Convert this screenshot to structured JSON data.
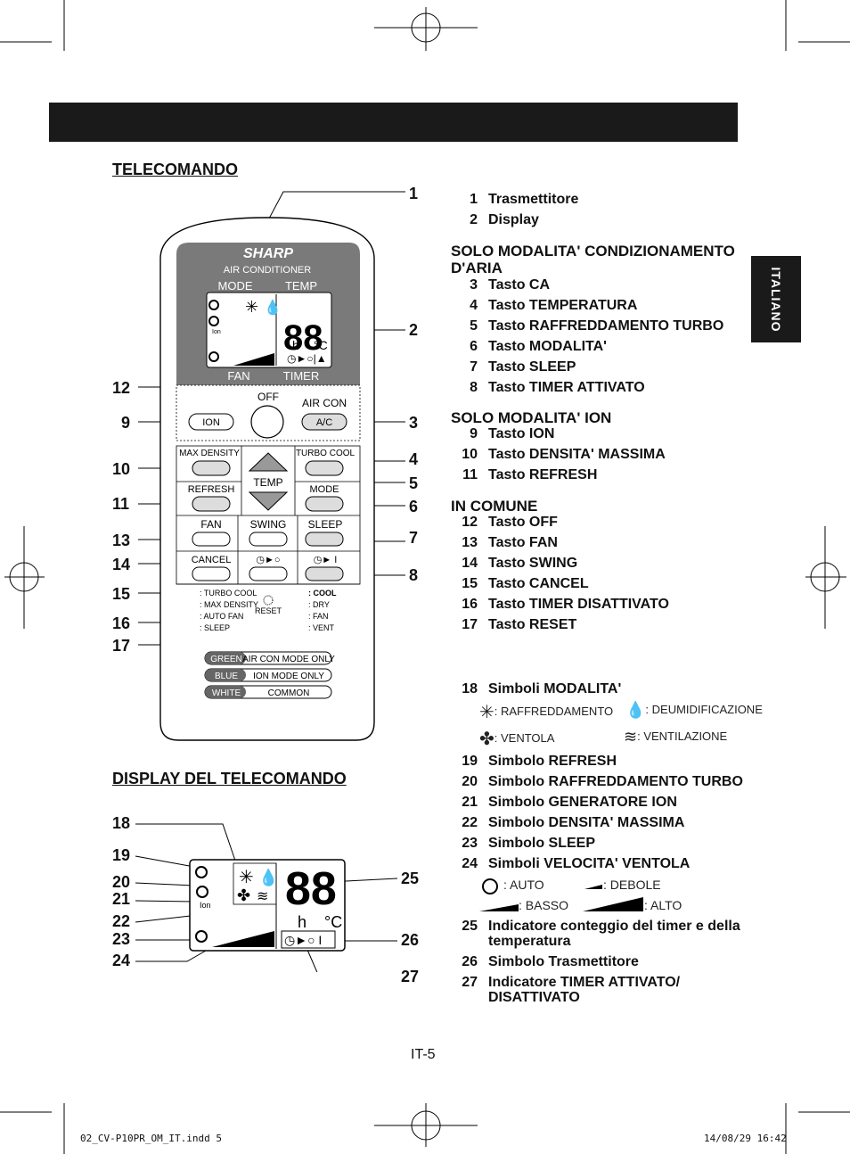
{
  "side_tab": "ITALIANO",
  "remote_title": "TELECOMANDO",
  "display_title": "DISPLAY DEL TELECOMANDO",
  "remote": {
    "brand": "SHARP",
    "subtitle": "AIR CONDITIONER",
    "mode": "MODE",
    "temp": "TEMP",
    "fan": "FAN",
    "timer": "TIMER",
    "lcd_digits": "88",
    "lcd_h": "h",
    "lcd_c": "°C",
    "ion_small": "Ion",
    "buttons": {
      "off": "OFF",
      "aircon": "AIR CON",
      "ion": "ION",
      "ac": "A/C",
      "max_density": "MAX DENSITY",
      "turbo_cool": "TURBO COOL",
      "temp": "TEMP",
      "refresh": "REFRESH",
      "mode": "MODE",
      "fan": "FAN",
      "swing": "SWING",
      "sleep": "SLEEP",
      "cancel": "CANCEL",
      "reset": "RESET"
    },
    "legend_left": [
      ": TURBO COOL",
      ": MAX DENSITY",
      ": AUTO FAN",
      ": SLEEP"
    ],
    "legend_right": [
      ": COOL",
      ": DRY",
      ": FAN",
      ": VENT"
    ],
    "color_legend": [
      {
        "color_name": "GREEN",
        "text": "AIR CON MODE ONLY"
      },
      {
        "color_name": "BLUE",
        "text": "ION MODE ONLY"
      },
      {
        "color_name": "WHITE",
        "text": "COMMON"
      }
    ]
  },
  "remote_callouts_left": [
    "12",
    "9",
    "10",
    "11",
    "13",
    "14",
    "15",
    "16",
    "17"
  ],
  "remote_callouts_right": [
    "1",
    "2",
    "3",
    "4",
    "5",
    "6",
    "7",
    "8"
  ],
  "display_callouts_left": [
    "18",
    "19",
    "20",
    "21",
    "22",
    "23",
    "24"
  ],
  "display_callouts_right": [
    "25",
    "26",
    "27"
  ],
  "list_top": [
    {
      "num": "1",
      "text": "Trasmettitore"
    },
    {
      "num": "2",
      "text": "Display"
    }
  ],
  "group_aircon": {
    "title": "SOLO MODALITA' CONDIZIONAMENTO D'ARIA",
    "items": [
      {
        "num": "3",
        "text": "Tasto CA"
      },
      {
        "num": "4",
        "text": "Tasto TEMPERATURA"
      },
      {
        "num": "5",
        "text": "Tasto RAFFREDDAMENTO TURBO"
      },
      {
        "num": "6",
        "text": "Tasto MODALITA'"
      },
      {
        "num": "7",
        "text": "Tasto SLEEP"
      },
      {
        "num": "8",
        "text": "Tasto TIMER ATTIVATO"
      }
    ]
  },
  "group_ion": {
    "title": "SOLO MODALITA' ION",
    "items": [
      {
        "num": "9",
        "text": "Tasto ION"
      },
      {
        "num": "10",
        "text": "Tasto DENSITA' MASSIMA"
      },
      {
        "num": "11",
        "text": "Tasto REFRESH"
      }
    ]
  },
  "group_common": {
    "title": "IN COMUNE",
    "items": [
      {
        "num": "12",
        "text": "Tasto OFF"
      },
      {
        "num": "13",
        "text": "Tasto FAN"
      },
      {
        "num": "14",
        "text": "Tasto SWING"
      },
      {
        "num": "15",
        "text": "Tasto CANCEL"
      },
      {
        "num": "16",
        "text": "Tasto TIMER DISATTIVATO"
      },
      {
        "num": "17",
        "text": "Tasto RESET"
      }
    ]
  },
  "item18": {
    "num": "18",
    "text": "Simboli MODALITA'"
  },
  "mode_symbols": {
    "cool": ": RAFFREDDAMENTO",
    "dry": ": DEUMIDIFICAZIONE",
    "fan": ": VENTOLA",
    "vent": ": VENTILAZIONE"
  },
  "list_symbols": [
    {
      "num": "19",
      "text": "Simbolo REFRESH"
    },
    {
      "num": "20",
      "text": "Simbolo RAFFREDDAMENTO TURBO"
    },
    {
      "num": "21",
      "text": "Simbolo GENERATORE ION"
    },
    {
      "num": "22",
      "text": "Simbolo DENSITA' MASSIMA"
    },
    {
      "num": "23",
      "text": "Simbolo SLEEP"
    },
    {
      "num": "24",
      "text": "Simboli VELOCITA' VENTOLA"
    }
  ],
  "fan_speeds": {
    "auto": ": AUTO",
    "low": ": DEBOLE",
    "mid": ": BASSO",
    "high": ": ALTO"
  },
  "list_end": [
    {
      "num": "25",
      "text": "Indicatore conteggio del timer e della temperatura"
    },
    {
      "num": "26",
      "text": "Simbolo Trasmettitore"
    },
    {
      "num": "27",
      "text": "Indicatore TIMER ATTIVATO/ DISATTIVATO"
    }
  ],
  "page_number": "IT-5",
  "footer_left": "02_CV-P10PR_OM_IT.indd   5",
  "footer_right": "14/08/29   16:42"
}
